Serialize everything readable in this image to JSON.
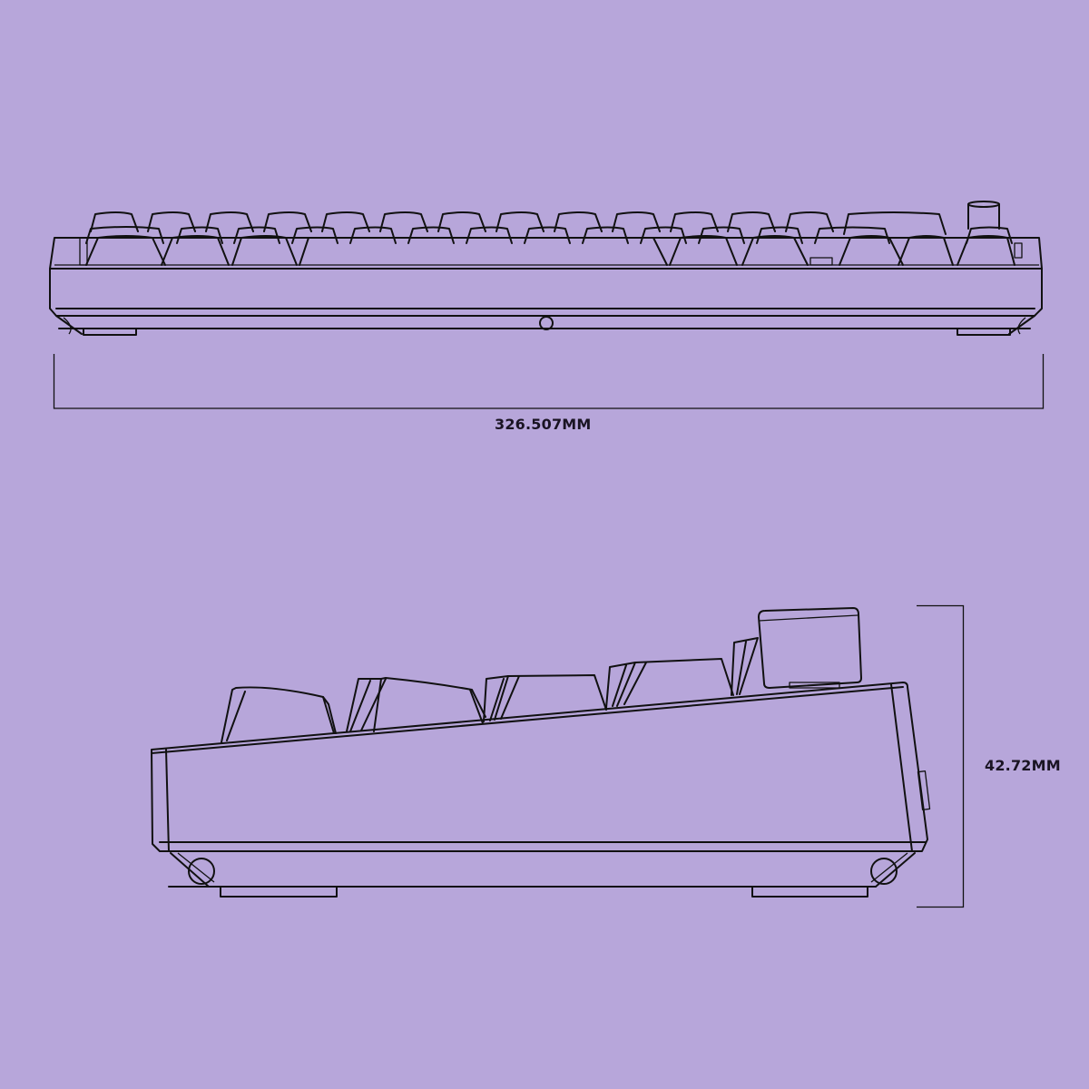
{
  "diagram": {
    "background_color": "#b7a6da",
    "line_color": "#111111",
    "subject": "keyboard technical drawing",
    "views": [
      {
        "name": "front-view",
        "dimension": {
          "label": "326.507MM",
          "axis": "horizontal"
        }
      },
      {
        "name": "side-view",
        "dimension": {
          "label": "42.72MM",
          "axis": "vertical"
        }
      }
    ]
  },
  "labels": {
    "width": "326.507MM",
    "height": "42.72MM"
  }
}
